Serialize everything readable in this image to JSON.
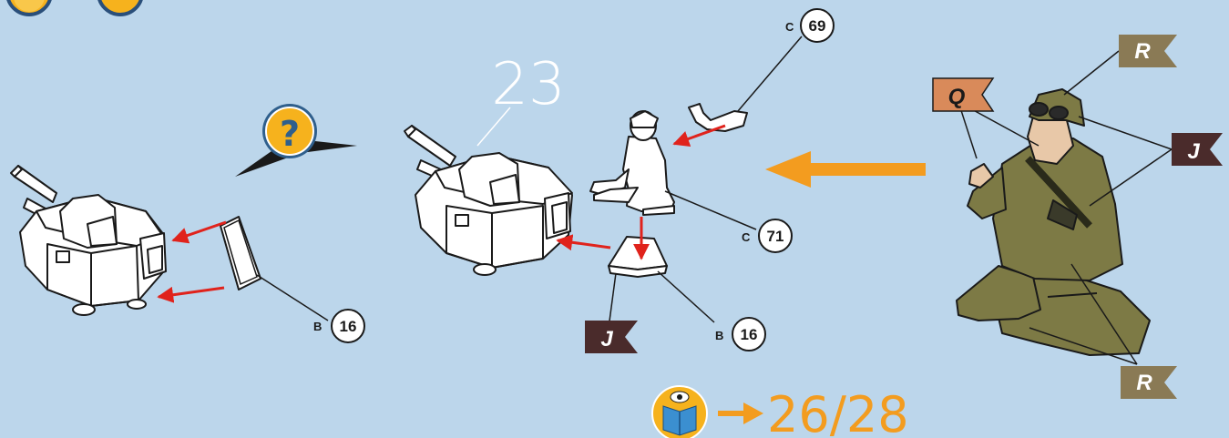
{
  "step": {
    "number": "23"
  },
  "part_callouts": [
    {
      "letter": "B",
      "number": "16"
    },
    {
      "letter": "C",
      "number": "69"
    },
    {
      "letter": "C",
      "number": "71"
    },
    {
      "letter": "B",
      "number": "16"
    }
  ],
  "paint_flags": {
    "j_left": "J",
    "q": "Q",
    "r_top": "R",
    "j_right": "J",
    "r_bottom": "R"
  },
  "page_reference": {
    "text": "26/28"
  },
  "colors": {
    "background": "#bcd6eb",
    "arrow_orange": "#f39c1f",
    "arrow_red": "#e0231c",
    "flag_dark": "#4a2b2b",
    "flag_olive": "#8a7a55",
    "flag_tan": "#d98a5a",
    "uniform": "#7d7a45",
    "help_yellow": "#f6b21d"
  },
  "icons": [
    "help-icon",
    "magazine-icon",
    "question-icon",
    "book-eye-icon"
  ]
}
